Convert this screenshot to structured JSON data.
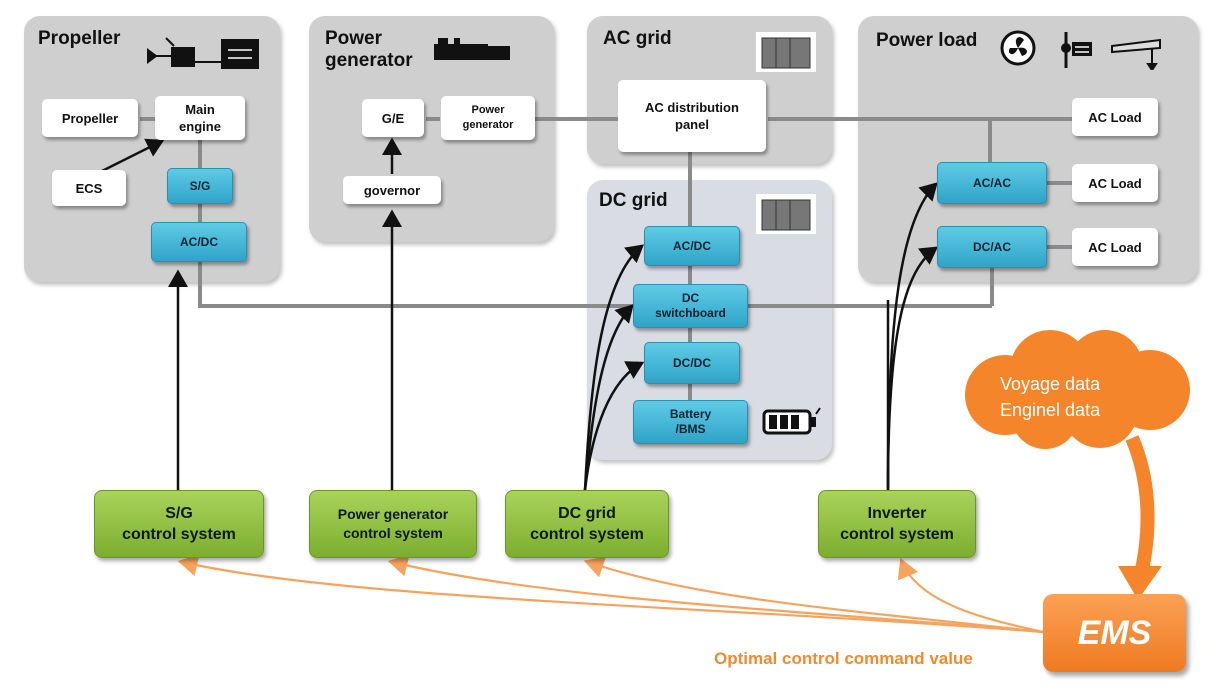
{
  "panels": {
    "propeller": "Propeller",
    "power_generator": "Power\ngenerator",
    "ac_grid": "AC grid",
    "dc_grid": "DC grid",
    "power_load": "Power load"
  },
  "propeller_nodes": {
    "propeller": "Propeller",
    "main_engine": "Main\nengine",
    "ecs": "ECS",
    "sg": "S/G",
    "acdc": "AC/DC"
  },
  "generator_nodes": {
    "ge": "G/E",
    "power_generator": "Power\ngenerator",
    "governor": "governor"
  },
  "ac_nodes": {
    "distribution_panel": "AC distribution\npanel"
  },
  "dc_nodes": {
    "acdc": "AC/DC",
    "switchboard": "DC\nswitchboard",
    "dcdc": "DC/DC",
    "battery": "Battery\n/BMS"
  },
  "load_nodes": {
    "ac_load_1": "AC Load",
    "ac_load_2": "AC Load",
    "ac_load_3": "AC Load",
    "acac": "AC/AC",
    "dcac": "DC/AC"
  },
  "control_systems": {
    "sg": "S/G\ncontrol system",
    "power_generator": "Power generator\ncontrol system",
    "dc_grid": "DC grid\ncontrol system",
    "inverter": "Inverter\ncontrol system"
  },
  "cloud": {
    "line1": "Voyage data",
    "line2": "Enginel data"
  },
  "ems": "EMS",
  "caption": "Optimal control command value",
  "colors": {
    "panel": "#cfcfcf",
    "dc_panel": "#d9dde3",
    "converter": "#3cb6d6",
    "control": "#8fc043",
    "ems": "#f5852a"
  },
  "icons": [
    "propeller-engine-icon",
    "diesel-generator-icon",
    "switchgear-cabinet-icon",
    "fan-icon",
    "pump-icon",
    "crane-icon",
    "battery-icon",
    "cloud-icon"
  ]
}
